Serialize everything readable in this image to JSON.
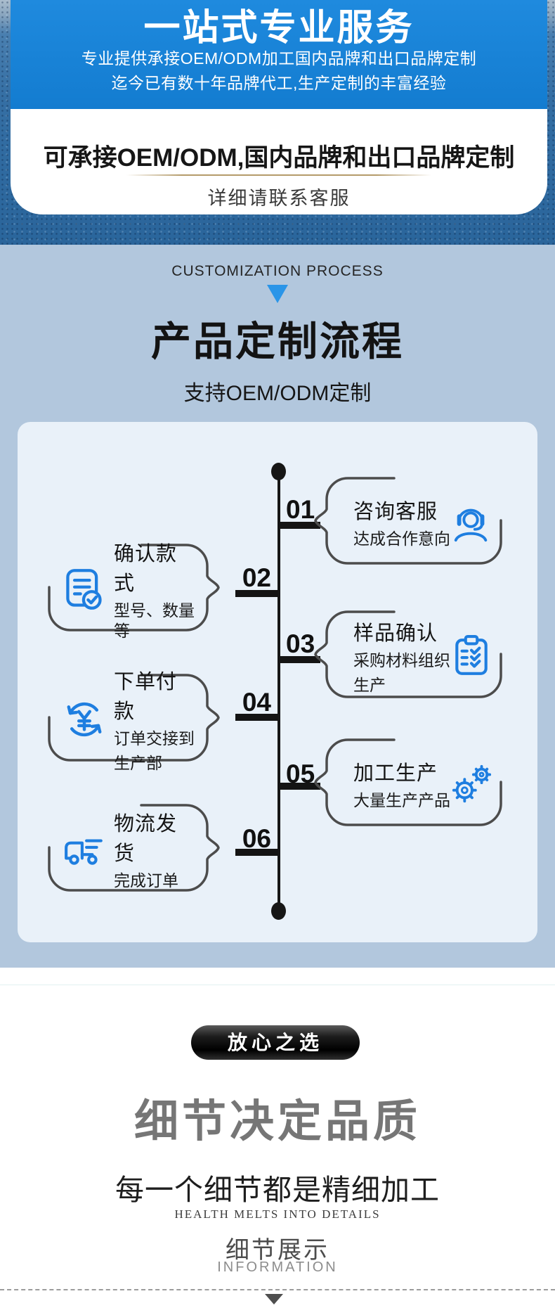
{
  "hero": {
    "title": "一站式专业服务",
    "subtitle1": "专业提供承接OEM/ODM加工国内品牌和出口品牌定制",
    "subtitle2": "迄今已有数十年品牌代工,生产定制的丰富经验"
  },
  "offer": {
    "heading": "可承接OEM/ODM,国内品牌和出口品牌定制",
    "note": "详细请联系客服"
  },
  "process": {
    "eyebrow": "CUSTOMIZATION PROCESS",
    "title": "产品定制流程",
    "subtitle": "支持OEM/ODM定制",
    "steps": [
      {
        "num": "01",
        "title": "咨询客服",
        "desc1": "达成合作意向",
        "desc2": "",
        "icon": "customer-service-icon",
        "side": "right"
      },
      {
        "num": "02",
        "title": "确认款式",
        "desc1": "型号、数量等",
        "desc2": "",
        "icon": "document-check-icon",
        "side": "left"
      },
      {
        "num": "03",
        "title": "样品确认",
        "desc1": "采购材料组织",
        "desc2": "生产",
        "icon": "clipboard-check-icon",
        "side": "right"
      },
      {
        "num": "04",
        "title": "下单付款",
        "desc1": "订单交接到",
        "desc2": "生产部",
        "icon": "payment-cycle-icon",
        "side": "left"
      },
      {
        "num": "05",
        "title": "加工生产",
        "desc1": "大量生产产品",
        "desc2": "",
        "icon": "gears-icon",
        "side": "right"
      },
      {
        "num": "06",
        "title": "物流发货",
        "desc1": "完成订单",
        "desc2": "",
        "icon": "truck-icon",
        "side": "left"
      }
    ]
  },
  "quality": {
    "badge": "放心之选",
    "title": "细节决定品质",
    "subtitle": "每一个细节都是精细加工",
    "tagline": "HEALTH MELTS INTO DETAILS",
    "section_title": "细节展示",
    "section_subtitle": "INFORMATION"
  },
  "colors": {
    "banner_blue": "#1a84d8",
    "section_blue_gray": "#b2c7dd",
    "flow_card_bg": "#e9f1f9",
    "icon_blue": "#1e7ee0",
    "bubble_border": "#4c4c4c",
    "badge_black": "#000000",
    "divider_gold": "#b49b6a"
  }
}
